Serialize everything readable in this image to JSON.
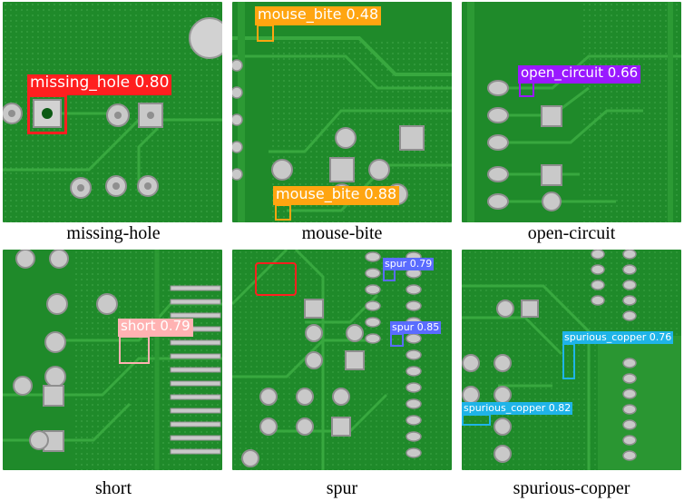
{
  "panels": [
    {
      "caption": "missing-hole",
      "label": "missing_hole 0.80",
      "color": "#ff1f1f",
      "text_color": "#ffffff"
    },
    {
      "caption": "mouse-bite",
      "labels": [
        "mouse_bite 0.48",
        "mouse_bite 0.88"
      ],
      "color": "#ffa510",
      "text_color": "#ffffff"
    },
    {
      "caption": "open-circuit",
      "label": "open_circuit 0.66",
      "color": "#9a19ff",
      "text_color": "#ffffff"
    },
    {
      "caption": "short",
      "label": "short 0.79",
      "color": "#ffb2b2",
      "text_color": "#ffffff"
    },
    {
      "caption": "spur",
      "labels": [
        "spur 0.79",
        "spur 0.85"
      ],
      "color": "#5a6cff",
      "text_color": "#ffffff",
      "extra_box_color": "#ff1f1f"
    },
    {
      "caption": "spurious-copper",
      "labels": [
        "spurious_copper 0.76",
        "spurious_copper 0.82"
      ],
      "color": "#1fb4e8",
      "text_color": "#ffffff"
    }
  ],
  "colors": {
    "board": "#1f8a2a",
    "board_dark": "#176e20",
    "trace": "#38a83f",
    "pad": "#c9c9c9",
    "pad_dark": "#8f8f8f"
  }
}
